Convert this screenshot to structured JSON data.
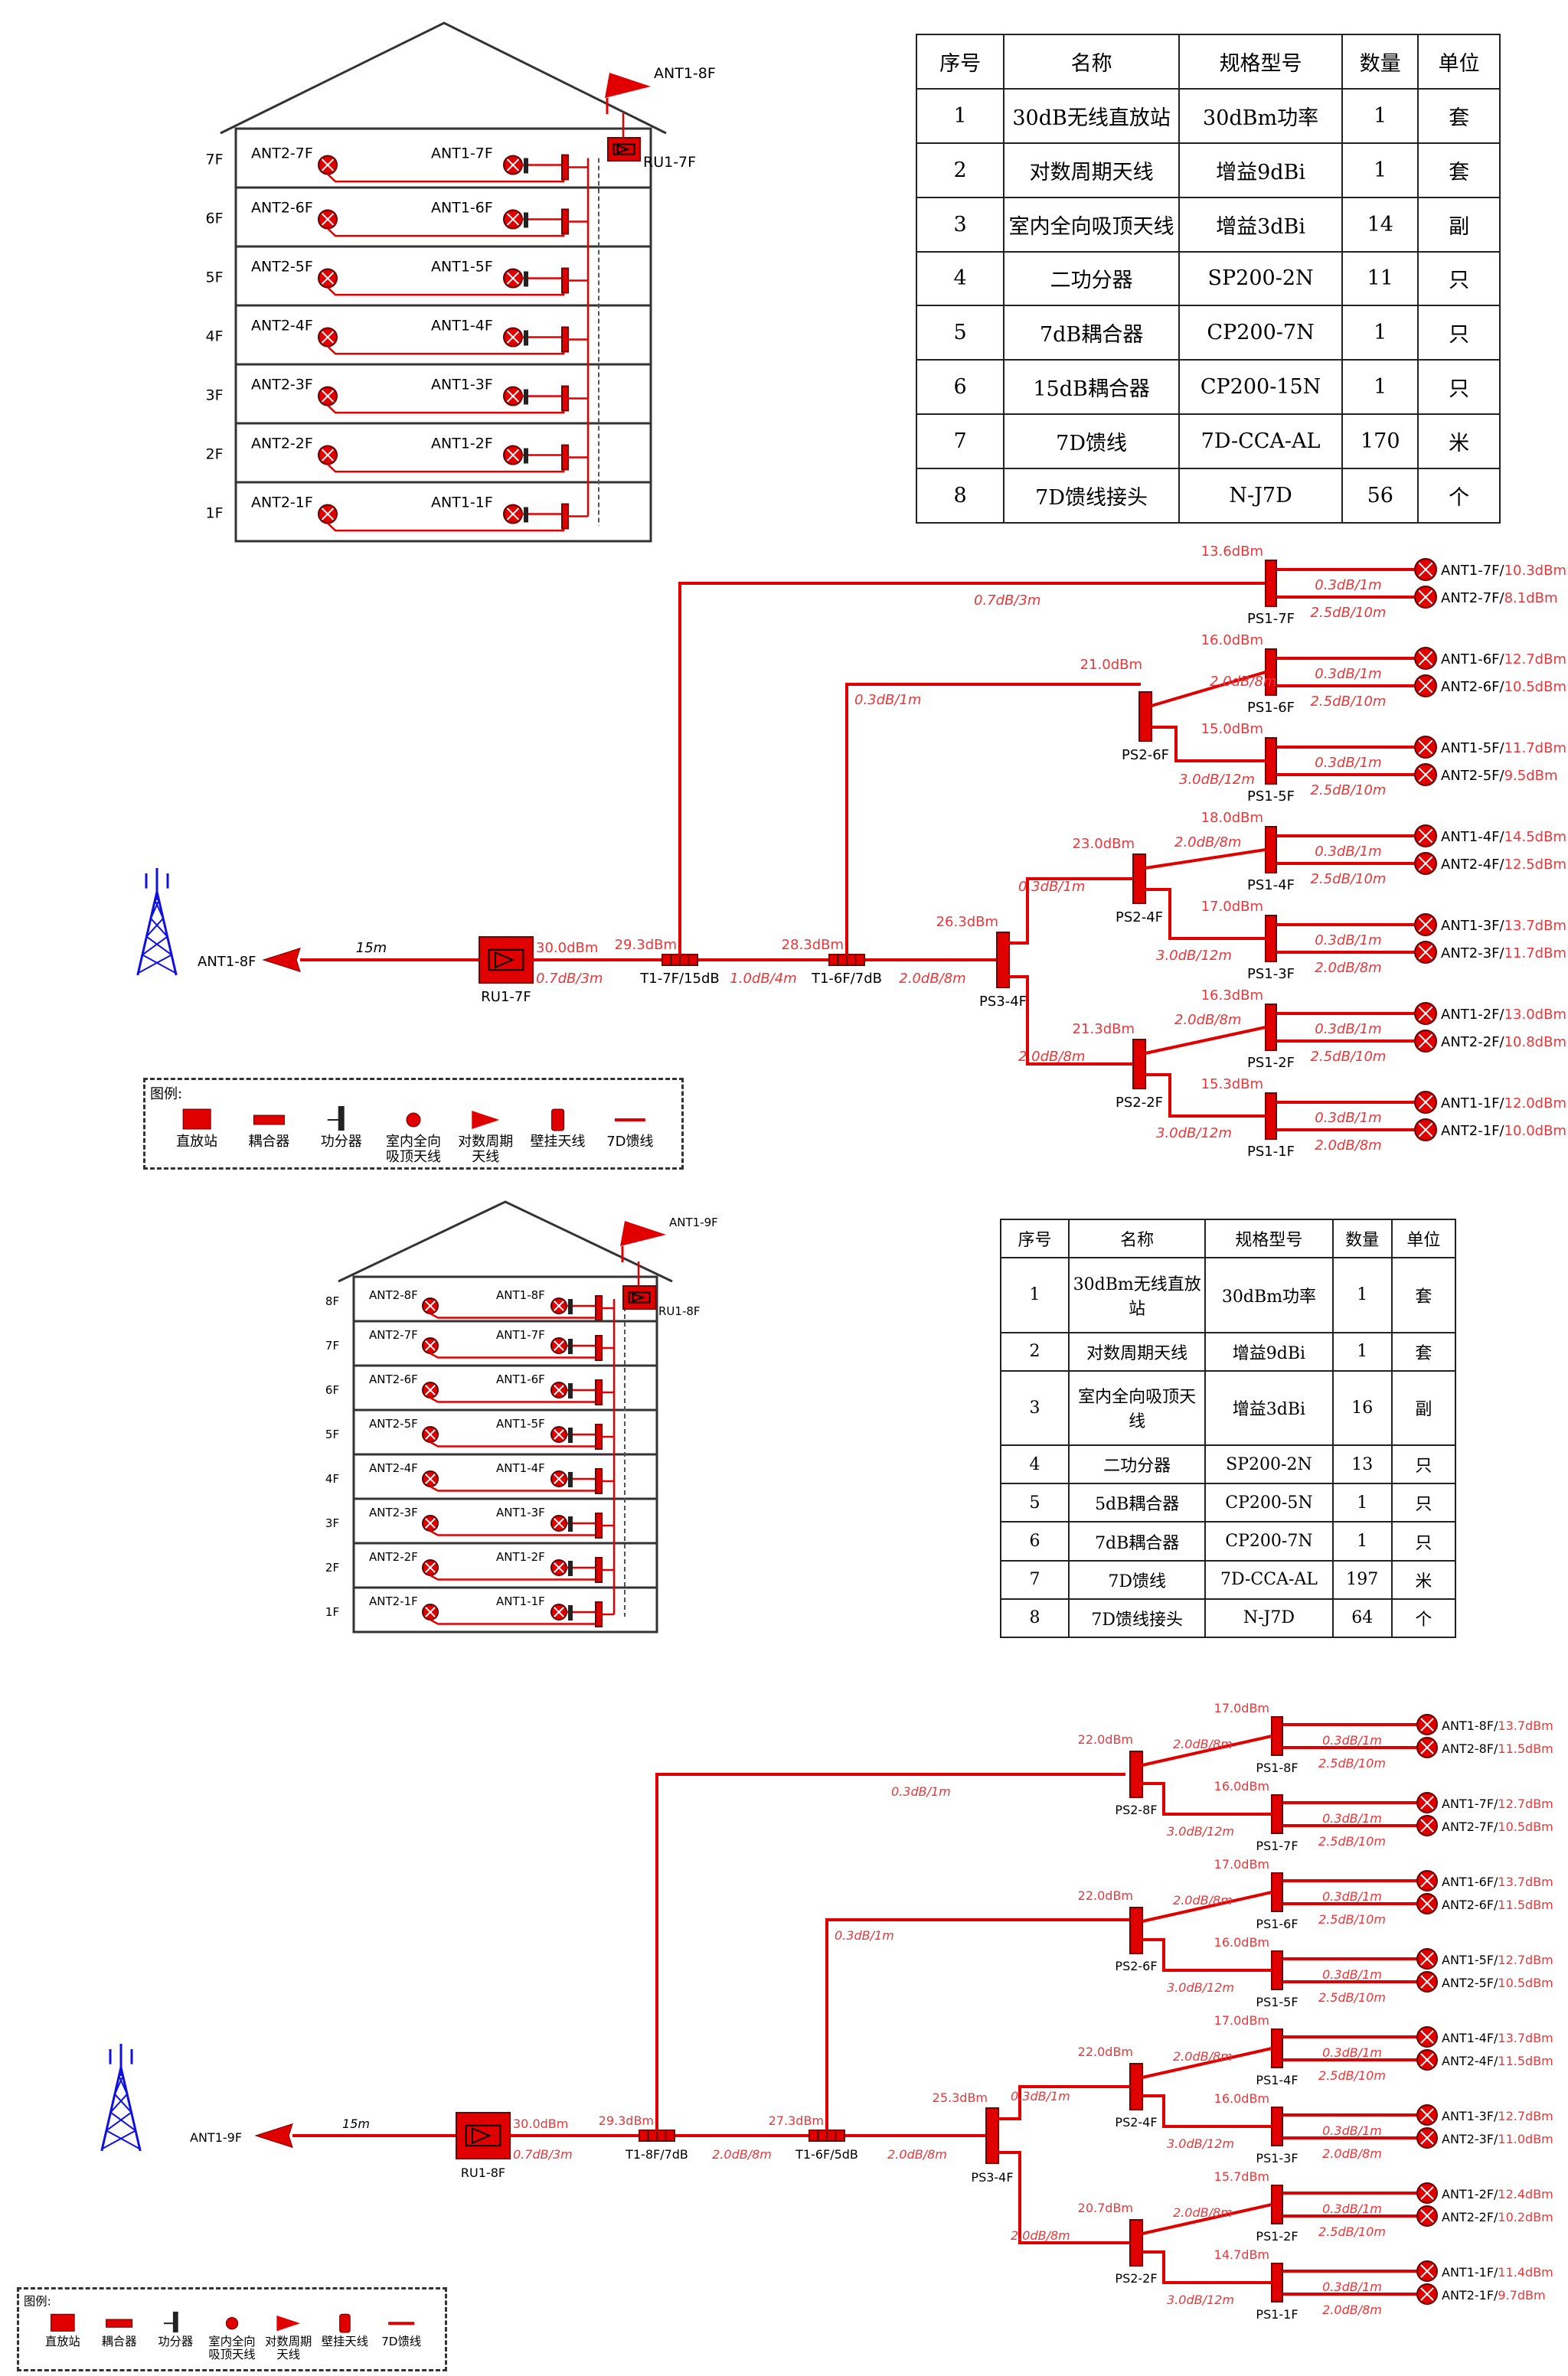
{
  "colors": {
    "feeder": "#e00000",
    "label": "#e8373a",
    "tower": "#1010e0",
    "structure": "#333333"
  },
  "building1": {
    "top_antenna": "ANT1-8F",
    "repeater": "RU1-7F",
    "floors": [
      {
        "floor": "7F",
        "ant2": "ANT2-7F",
        "ant1": "ANT1-7F"
      },
      {
        "floor": "6F",
        "ant2": "ANT2-6F",
        "ant1": "ANT1-6F"
      },
      {
        "floor": "5F",
        "ant2": "ANT2-5F",
        "ant1": "ANT1-5F"
      },
      {
        "floor": "4F",
        "ant2": "ANT2-4F",
        "ant1": "ANT1-4F"
      },
      {
        "floor": "3F",
        "ant2": "ANT2-3F",
        "ant1": "ANT1-3F"
      },
      {
        "floor": "2F",
        "ant2": "ANT2-2F",
        "ant1": "ANT1-2F"
      },
      {
        "floor": "1F",
        "ant2": "ANT2-1F",
        "ant1": "ANT1-1F"
      }
    ]
  },
  "table1": {
    "headers": [
      "序号",
      "名称",
      "规格型号",
      "数量",
      "单位"
    ],
    "rows": [
      [
        "1",
        "30dB无线直放站",
        "30dBm功率",
        "1",
        "套"
      ],
      [
        "2",
        "对数周期天线",
        "增益9dBi",
        "1",
        "套"
      ],
      [
        "3",
        "室内全向吸顶天线",
        "增益3dBi",
        "14",
        "副"
      ],
      [
        "4",
        "二功分器",
        "SP200-2N",
        "11",
        "只"
      ],
      [
        "5",
        "7dB耦合器",
        "CP200-7N",
        "1",
        "只"
      ],
      [
        "6",
        "15dB耦合器",
        "CP200-15N",
        "1",
        "只"
      ],
      [
        "7",
        "7D馈线",
        "7D-CCA-AL",
        "170",
        "米"
      ],
      [
        "8",
        "7D馈线接头",
        "N-J7D",
        "56",
        "个"
      ]
    ]
  },
  "diagram1": {
    "donor_antenna": "ANT1-8F",
    "donor_cable": "15m",
    "repeater": "RU1-7F",
    "repeater_output": "30.0dBm",
    "repeater_cable": "0.7dB/3m",
    "coupler1": "T1-7F/15dB",
    "coupler1_level": "29.3dBm",
    "coupler1_branch": "0.7dB/3m",
    "coupler2_cable": "1.0dB/4m",
    "coupler2": "T1-6F/7dB",
    "coupler2_level": "28.3dBm",
    "coupler2_branch": "0.3dB/1m",
    "ps3_cable": "2.0dB/8m",
    "ps3": "PS3-4F",
    "ps3_level": "26.3dBm",
    "ps2_6f": {
      "name": "PS2-6F",
      "level": "21.0dBm"
    },
    "ps2_4f": {
      "name": "PS2-4F",
      "level": "23.0dBm",
      "cable": "0.3dB/1m"
    },
    "ps2_2f": {
      "name": "PS2-2F",
      "level": "21.3dBm",
      "cable": "2.0dB/8m"
    },
    "splitters": [
      {
        "name": "PS1-7F",
        "level": "13.6dBm",
        "in": "",
        "up": "0.3dB/1m",
        "down": "2.5dB/10m",
        "ant_up": "ANT1-7F/10.3dBm",
        "ant_down": "ANT2-7F/8.1dBm"
      },
      {
        "name": "PS1-6F",
        "level": "16.0dBm",
        "in": "2.0dB/8m",
        "up": "0.3dB/1m",
        "down": "2.5dB/10m",
        "ant_up": "ANT1-6F/12.7dBm",
        "ant_down": "ANT2-6F/10.5dBm"
      },
      {
        "name": "PS1-5F",
        "level": "15.0dBm",
        "in": "3.0dB/12m",
        "up": "0.3dB/1m",
        "down": "2.5dB/10m",
        "ant_up": "ANT1-5F/11.7dBm",
        "ant_down": "ANT2-5F/9.5dBm"
      },
      {
        "name": "PS1-4F",
        "level": "18.0dBm",
        "in": "2.0dB/8m",
        "up": "0.3dB/1m",
        "down": "2.5dB/10m",
        "ant_up": "ANT1-4F/14.5dBm",
        "ant_down": "ANT2-4F/12.5dBm"
      },
      {
        "name": "PS1-3F",
        "level": "17.0dBm",
        "in": "3.0dB/12m",
        "up": "0.3dB/1m",
        "down": "2.0dB/8m",
        "ant_up": "ANT1-3F/13.7dBm",
        "ant_down": "ANT2-3F/11.7dBm"
      },
      {
        "name": "PS1-2F",
        "level": "16.3dBm",
        "in": "2.0dB/8m",
        "up": "0.3dB/1m",
        "down": "2.5dB/10m",
        "ant_up": "ANT1-2F/13.0dBm",
        "ant_down": "ANT2-2F/10.8dBm"
      },
      {
        "name": "PS1-1F",
        "level": "15.3dBm",
        "in": "3.0dB/12m",
        "up": "0.3dB/1m",
        "down": "2.0dB/8m",
        "ant_up": "ANT1-1F/12.0dBm",
        "ant_down": "ANT2-1F/10.0dBm"
      }
    ]
  },
  "legend1": {
    "title": "图例:",
    "items": [
      "直放站",
      "耦合器",
      "功分器",
      "室内全向吸顶天线",
      "对数周期天线",
      "壁挂天线",
      "7D馈线"
    ]
  },
  "building2": {
    "top_antenna": "ANT1-9F",
    "repeater": "RU1-8F",
    "floors": [
      {
        "floor": "8F",
        "ant2": "ANT2-8F",
        "ant1": "ANT1-8F"
      },
      {
        "floor": "7F",
        "ant2": "ANT2-7F",
        "ant1": "ANT1-7F"
      },
      {
        "floor": "6F",
        "ant2": "ANT2-6F",
        "ant1": "ANT1-6F"
      },
      {
        "floor": "5F",
        "ant2": "ANT2-5F",
        "ant1": "ANT1-5F"
      },
      {
        "floor": "4F",
        "ant2": "ANT2-4F",
        "ant1": "ANT1-4F"
      },
      {
        "floor": "3F",
        "ant2": "ANT2-3F",
        "ant1": "ANT1-3F"
      },
      {
        "floor": "2F",
        "ant2": "ANT2-2F",
        "ant1": "ANT1-2F"
      },
      {
        "floor": "1F",
        "ant2": "ANT2-1F",
        "ant1": "ANT1-1F"
      }
    ]
  },
  "table2": {
    "headers": [
      "序号",
      "名称",
      "规格型号",
      "数量",
      "单位"
    ],
    "rows": [
      [
        "1",
        "30dBm无线直放站",
        "30dBm功率",
        "1",
        "套"
      ],
      [
        "2",
        "对数周期天线",
        "增益9dBi",
        "1",
        "套"
      ],
      [
        "3",
        "室内全向吸顶天线",
        "增益3dBi",
        "16",
        "副"
      ],
      [
        "4",
        "二功分器",
        "SP200-2N",
        "13",
        "只"
      ],
      [
        "5",
        "5dB耦合器",
        "CP200-5N",
        "1",
        "只"
      ],
      [
        "6",
        "7dB耦合器",
        "CP200-7N",
        "1",
        "只"
      ],
      [
        "7",
        "7D馈线",
        "7D-CCA-AL",
        "197",
        "米"
      ],
      [
        "8",
        "7D馈线接头",
        "N-J7D",
        "64",
        "个"
      ]
    ]
  },
  "diagram2": {
    "donor_antenna": "ANT1-9F",
    "donor_cable": "15m",
    "repeater": "RU1-8F",
    "repeater_output": "30.0dBm",
    "repeater_cable": "0.7dB/3m",
    "coupler1": "T1-8F/7dB",
    "coupler1_level": "29.3dBm",
    "coupler1_branch": "0.3dB/1m",
    "coupler2_cable": "2.0dB/8m",
    "coupler2": "T1-6F/5dB",
    "coupler2_level": "27.3dBm",
    "coupler2_branch": "0.3dB/1m",
    "ps3_cable": "2.0dB/8m",
    "ps3": "PS3-4F",
    "ps3_level": "25.3dBm",
    "ps2s": [
      {
        "name": "PS2-8F",
        "level": "22.0dBm",
        "cable": ""
      },
      {
        "name": "PS2-6F",
        "level": "22.0dBm",
        "cable": ""
      },
      {
        "name": "PS2-4F",
        "level": "22.0dBm",
        "cable": "0.3dB/1m"
      },
      {
        "name": "PS2-2F",
        "level": "20.7dBm",
        "cable": "2.0dB/8m"
      }
    ],
    "splitters": [
      {
        "name": "PS1-8F",
        "level": "17.0dBm",
        "in": "2.0dB/8m",
        "up": "0.3dB/1m",
        "down": "2.5dB/10m",
        "ant_up": "ANT1-8F/13.7dBm",
        "ant_down": "ANT2-8F/11.5dBm"
      },
      {
        "name": "PS1-7F",
        "level": "16.0dBm",
        "in": "3.0dB/12m",
        "up": "0.3dB/1m",
        "down": "2.5dB/10m",
        "ant_up": "ANT1-7F/12.7dBm",
        "ant_down": "ANT2-7F/10.5dBm"
      },
      {
        "name": "PS1-6F",
        "level": "17.0dBm",
        "in": "2.0dB/8m",
        "up": "0.3dB/1m",
        "down": "2.5dB/10m",
        "ant_up": "ANT1-6F/13.7dBm",
        "ant_down": "ANT2-6F/11.5dBm"
      },
      {
        "name": "PS1-5F",
        "level": "16.0dBm",
        "in": "3.0dB/12m",
        "up": "0.3dB/1m",
        "down": "2.5dB/10m",
        "ant_up": "ANT1-5F/12.7dBm",
        "ant_down": "ANT2-5F/10.5dBm"
      },
      {
        "name": "PS1-4F",
        "level": "17.0dBm",
        "in": "2.0dB/8m",
        "up": "0.3dB/1m",
        "down": "2.5dB/10m",
        "ant_up": "ANT1-4F/13.7dBm",
        "ant_down": "ANT2-4F/11.5dBm"
      },
      {
        "name": "PS1-3F",
        "level": "16.0dBm",
        "in": "3.0dB/12m",
        "up": "0.3dB/1m",
        "down": "2.0dB/8m",
        "ant_up": "ANT1-3F/12.7dBm",
        "ant_down": "ANT2-3F/11.0dBm"
      },
      {
        "name": "PS1-2F",
        "level": "15.7dBm",
        "in": "2.0dB/8m",
        "up": "0.3dB/1m",
        "down": "2.5dB/10m",
        "ant_up": "ANT1-2F/12.4dBm",
        "ant_down": "ANT2-2F/10.2dBm"
      },
      {
        "name": "PS1-1F",
        "level": "14.7dBm",
        "in": "3.0dB/12m",
        "up": "0.3dB/1m",
        "down": "2.0dB/8m",
        "ant_up": "ANT1-1F/11.4dBm",
        "ant_down": "ANT2-1F/9.7dBm"
      }
    ]
  },
  "legend2": {
    "title": "图例:",
    "items": [
      "直放站",
      "耦合器",
      "功分器",
      "室内全向吸顶天线",
      "对数周期天线",
      "壁挂天线",
      "7D馈线"
    ]
  }
}
